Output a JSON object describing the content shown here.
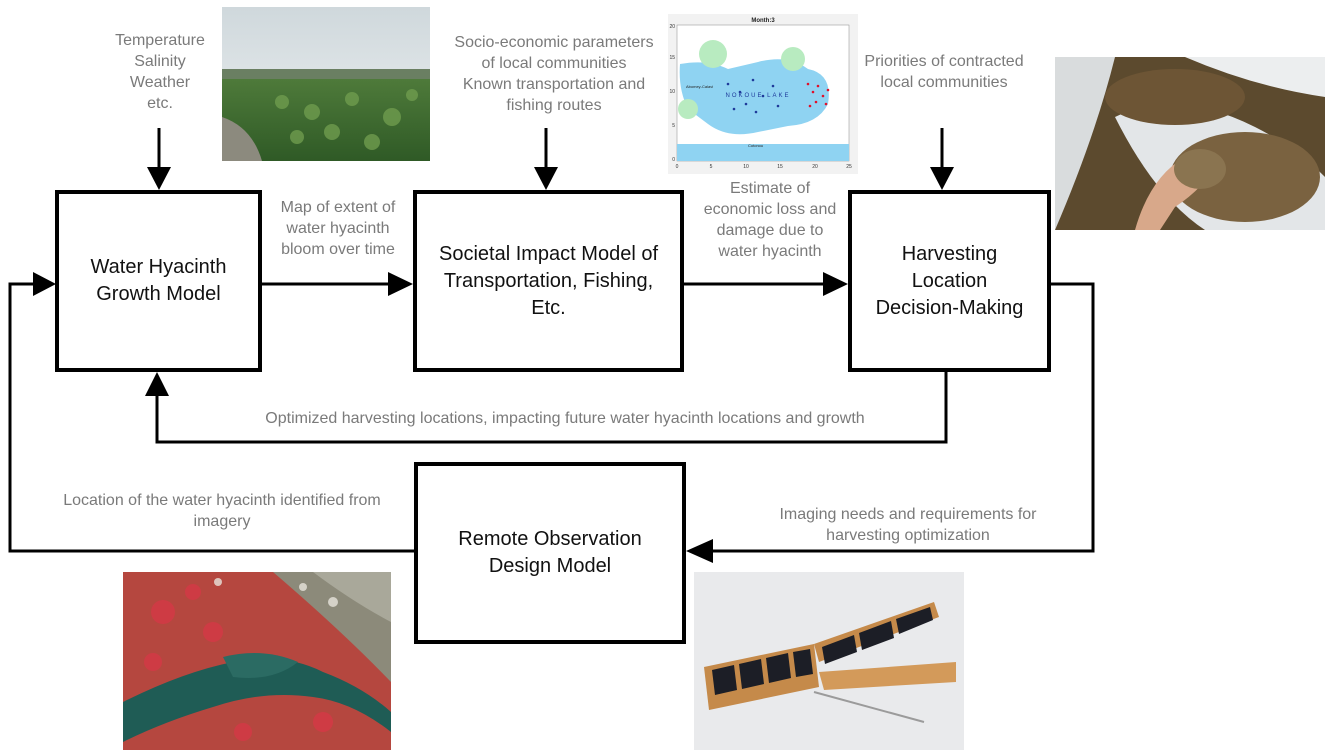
{
  "boxes": {
    "growth": [
      "Water Hyacinth",
      "Growth Model"
    ],
    "societal": [
      "Societal Impact Model of",
      "Transportation, Fishing,",
      "Etc."
    ],
    "harvesting": [
      "Harvesting",
      "Location",
      "Decision-Making"
    ],
    "remote": [
      "Remote Observation",
      "Design Model"
    ]
  },
  "labels": {
    "inputs_growth": [
      "Temperature",
      "Salinity",
      "Weather",
      "etc."
    ],
    "inputs_societal": [
      "Socio-economic parameters",
      "of local communities",
      "Known transportation and",
      "fishing routes"
    ],
    "inputs_harvesting": [
      "Priorities of contracted",
      "local communities"
    ],
    "growth_to_societal": [
      "Map of extent of",
      "water hyacinth",
      "bloom over time"
    ],
    "societal_to_harvesting": [
      "Estimate of",
      "economic loss and",
      "damage due to",
      "water hyacinth"
    ],
    "feedback": "Optimized harvesting locations, impacting future water hyacinth locations and growth",
    "remote_to_growth": [
      "Location of the water hyacinth identified from",
      "imagery"
    ],
    "harvesting_to_remote": [
      "Imaging needs and requirements for",
      "harvesting optimization"
    ]
  },
  "map_figure": {
    "title": "Month:3",
    "lake_label": "NOKOUE LAKE",
    "place_labels": [
      "Abomey-Calavi",
      "Cotonou"
    ],
    "x_ticks": [
      "0",
      "5",
      "10",
      "15",
      "20",
      "25"
    ],
    "y_ticks": [
      "0",
      "5",
      "10",
      "15",
      "20"
    ]
  }
}
